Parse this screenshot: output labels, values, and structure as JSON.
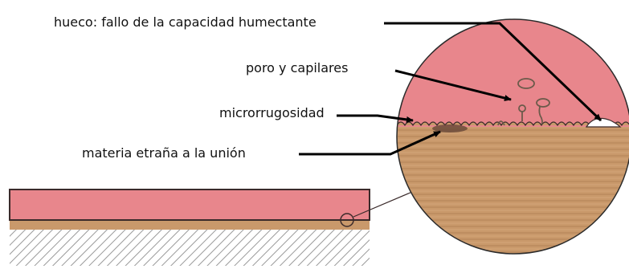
{
  "labels": {
    "hollow": "hueco: fallo de la capacidad humectante",
    "pore": "poro y capilares",
    "microroughness": "microrrugosidad",
    "foreign_matter": "materia etraña a la unión"
  },
  "colors": {
    "coating": "#e8868c",
    "coating_stroke": "#3a2a2a",
    "substrate": "#c9996b",
    "substrate_stripe": "#b48457",
    "hatch": "#9a9a9a",
    "line": "#000000",
    "background": "#ffffff"
  }
}
